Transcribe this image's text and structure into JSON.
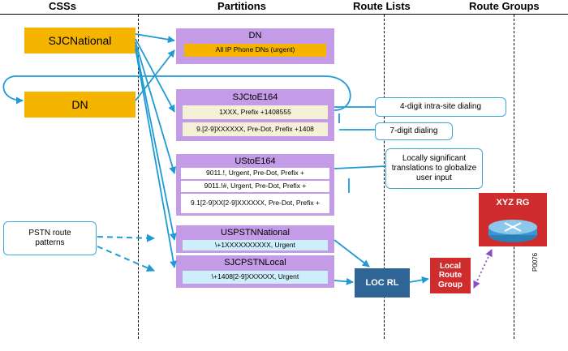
{
  "headers": {
    "css": "CSSs",
    "partitions": "Partitions",
    "route_lists": "Route Lists",
    "route_groups": "Route Groups"
  },
  "css_boxes": {
    "sjcnational": "SJCNational",
    "dn": "DN"
  },
  "partitions": {
    "dn": {
      "title": "DN",
      "entries": [
        "All IP Phone DNs (urgent)"
      ]
    },
    "sjctoe164": {
      "title": "SJCtoE164",
      "entries": [
        "1XXX, Prefix +1408555",
        "9.[2-9]XXXXXX, Pre-Dot, Prefix +1408"
      ]
    },
    "ustoe164": {
      "title": "UStoE164",
      "entries": [
        "9011.!, Urgent, Pre-Dot, Prefix +",
        "9011.!#, Urgent, Pre-Dot, Prefix +",
        "9.1[2-9]XX[2-9]XXXXXX, Pre-Dot, Prefix +"
      ]
    },
    "uspstnnational": {
      "title": "USPSTNNational",
      "entries": [
        "\\+1XXXXXXXXXX, Urgent"
      ]
    },
    "sjcpstnlocal": {
      "title": "SJCPSTNLocal",
      "entries": [
        "\\+1408[2-9]XXXXXX, Urgent"
      ]
    }
  },
  "callouts": {
    "four_digit": "4-digit intra-site dialing",
    "seven_digit": "7-digit dialing",
    "locally_significant": "Locally significant translations to globalize user input",
    "pstn_patterns": "PSTN route patterns"
  },
  "route_list": "LOC RL",
  "local_route_group": "Local Route Group",
  "xyz_rg": "XYZ RG",
  "figure_id": "P0076",
  "colors": {
    "css_box": "#f5b400",
    "partition": "#c39be6",
    "dn_entry": "#f5b400",
    "sjc_entry": "#f4f1d6",
    "us_entry": "#ffffff",
    "pstn_entry": "#cfeefb",
    "arrow": "#1e9ad6",
    "route_list": "#2f6496",
    "route_group": "#cf2d2d"
  }
}
